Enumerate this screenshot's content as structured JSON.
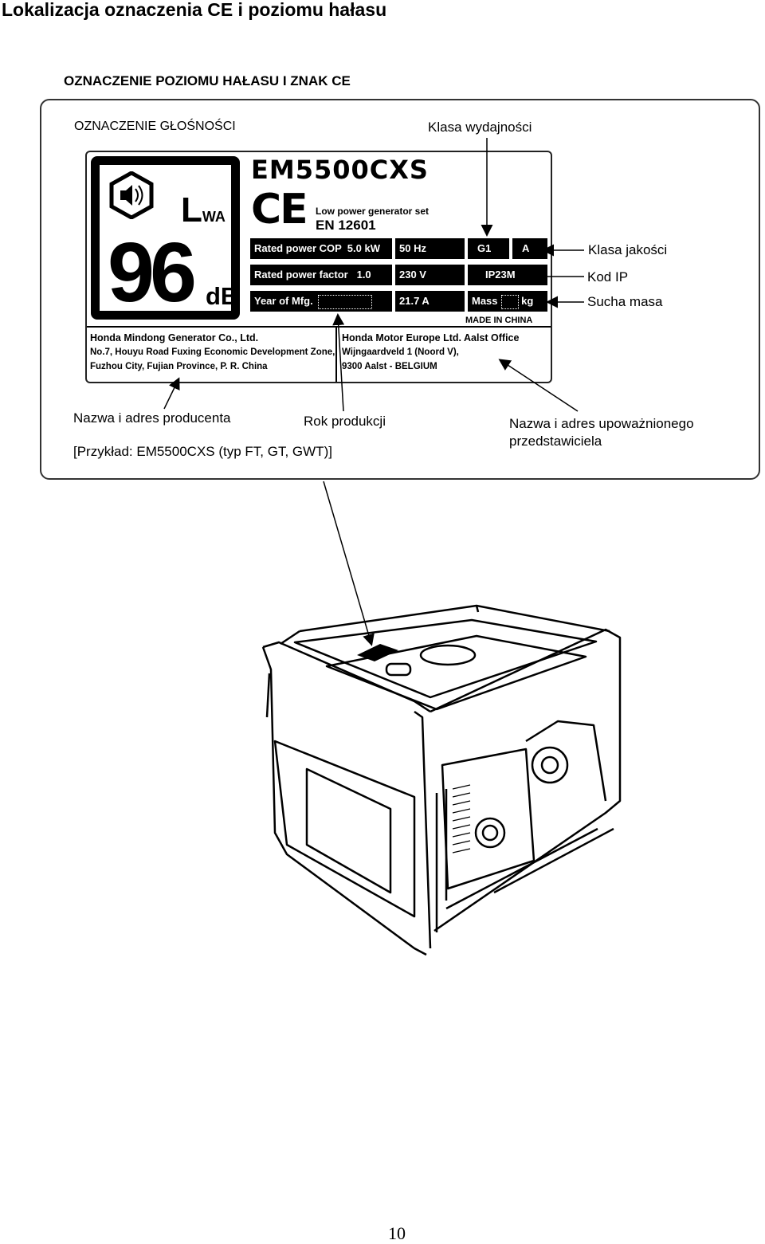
{
  "page_title": "Lokalizacja oznaczenia CE i poziomu hałasu",
  "subtitle": "OZNACZENIE POZIOMU HAŁASU I ZNAK CE",
  "callouts": {
    "sound_label": "OZNACZENIE GŁOŚNOŚCI",
    "performance_class": "Klasa wydajności",
    "quality_class": "Klasa jakości",
    "ip_code": "Kod IP",
    "dry_mass": "Sucha masa",
    "manufacturer": "Nazwa i adres producenta",
    "production_year": "Rok produkcji",
    "representative_line1": "Nazwa i adres upoważnionego",
    "representative_line2": "przedstawiciela",
    "example": "[Przykład: EM5500CXS (typ FT, GT, GWT)]"
  },
  "plate": {
    "lwa": "L",
    "lwa_sub": "WA",
    "db_value": "96",
    "db_unit": "dB",
    "model": "EM5500CXS",
    "ce_mark": "CE",
    "low_power": "Low power generator set",
    "standard": "EN 12601",
    "row1": [
      "Rated power COP",
      "5.0 kW",
      "50 Hz",
      "G1",
      "A"
    ],
    "row2": [
      "Rated power factor",
      "1.0",
      "230 V",
      "IP23M"
    ],
    "row3": [
      "Year of Mfg.",
      "21.7 A",
      "Mass",
      "kg"
    ],
    "made_in": "MADE IN CHINA",
    "manufacturer_lines": [
      "Honda Mindong Generator Co., Ltd.",
      "No.7, Houyu Road Fuxing Economic Development Zone,",
      "Fuzhou City, Fujian Province, P. R. China"
    ],
    "representative_lines": [
      "Honda Motor Europe Ltd. Aalst Office",
      "Wijngaardveld 1 (Noord V),",
      "9300  Aalst - BELGIUM"
    ]
  },
  "page_number": "10"
}
